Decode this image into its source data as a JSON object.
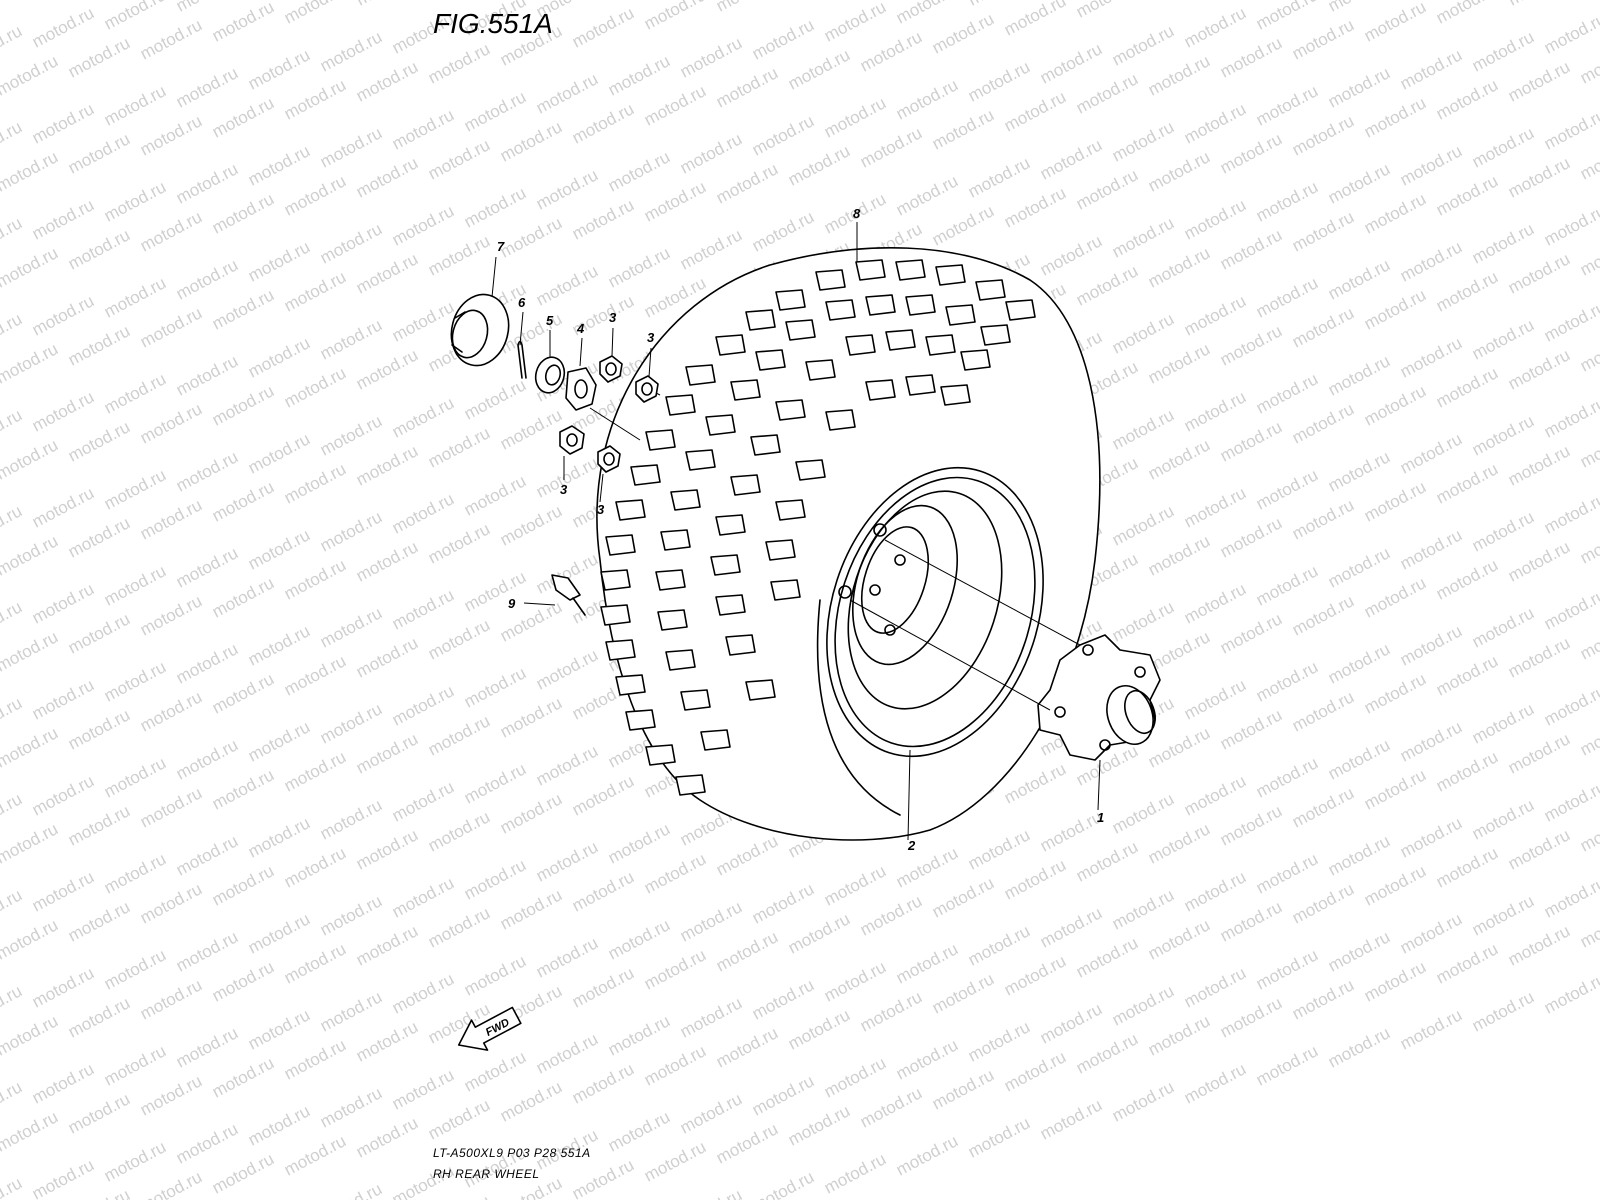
{
  "figure": {
    "title": "FIG.551A",
    "model_code": "LT-A500XL9  P03  P28  551A",
    "caption": "RH REAR WHEEL",
    "fwd_label": "FWD"
  },
  "callouts": {
    "hub": "1",
    "wheel": "2",
    "nut_a": "3",
    "nut_b": "3",
    "nut_c": "3",
    "nut_d": "3",
    "washer": "4",
    "castle_nut": "5",
    "cotter_pin": "6",
    "cap": "7",
    "tire": "8",
    "valve": "9"
  },
  "watermark": {
    "text": "motod.ru"
  }
}
